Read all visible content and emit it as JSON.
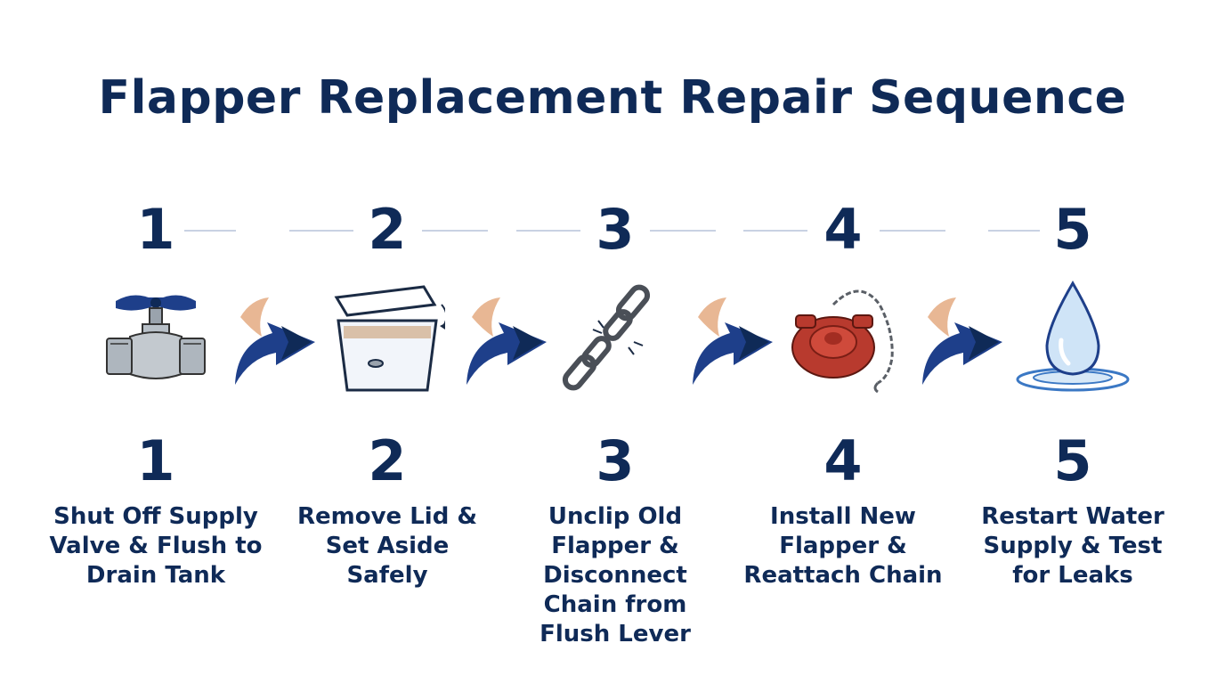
{
  "title": "Flapper Replacement Repair Sequence",
  "steps": [
    {
      "number": "1",
      "label": "Shut Off Supply\nValve & Flush to\nDrain Tank",
      "icon": "shutoff-valve-icon"
    },
    {
      "number": "2",
      "label": "Remove Lid &\nSet Aside\nSafely",
      "icon": "toilet-tank-icon"
    },
    {
      "number": "3",
      "label": "Unclip Old\nFlapper &\nDisconnect\nChain from\nFlush Lever",
      "icon": "broken-chain-icon"
    },
    {
      "number": "4",
      "label": "Install New\nFlapper &\nReattach Chain",
      "icon": "flapper-icon"
    },
    {
      "number": "5",
      "label": "Restart Water\nSupply & Test\nfor Leaks",
      "icon": "water-drop-icon"
    }
  ],
  "colors": {
    "primary": "#0f2a57",
    "accent": "#1e3f8a",
    "dash": "#c9d2e3"
  }
}
